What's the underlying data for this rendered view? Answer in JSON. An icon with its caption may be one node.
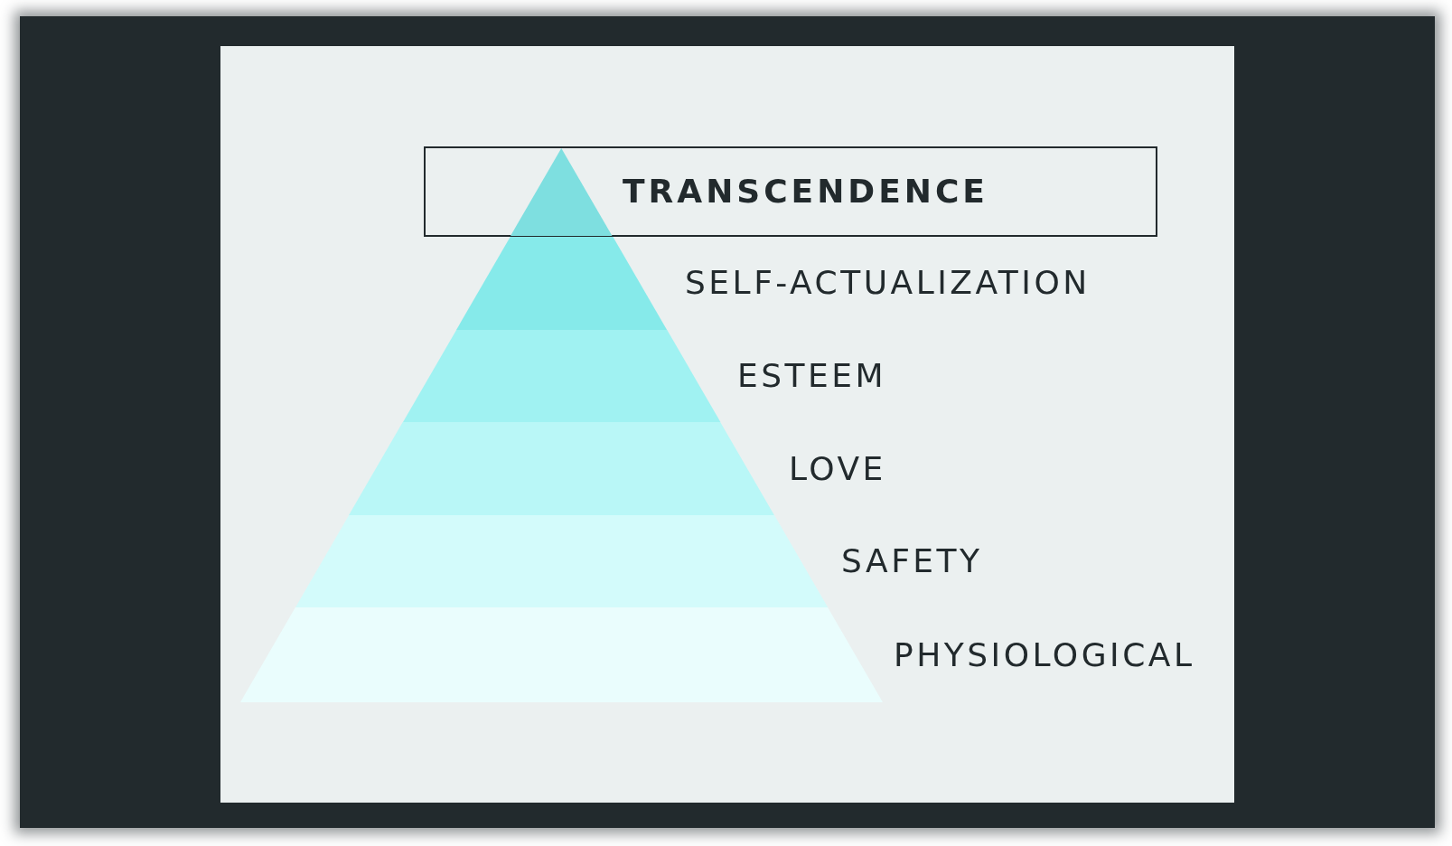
{
  "diagram": {
    "nodes": [
      {
        "text": [
          "TRANSCENDENCE"
        ]
      },
      {
        "text": [],
        "shape": "triangle",
        "in": 0
      },
      {
        "text": [
          "SELF-ACTUALIZATION"
        ]
      },
      {
        "text": [
          "ESTEEM"
        ]
      },
      {
        "text": [
          "LOVE"
        ]
      },
      {
        "text": [
          "SAFETY"
        ]
      },
      {
        "text": [
          "PHYSIOLOGICAL"
        ]
      }
    ],
    "edges": []
  }
}
